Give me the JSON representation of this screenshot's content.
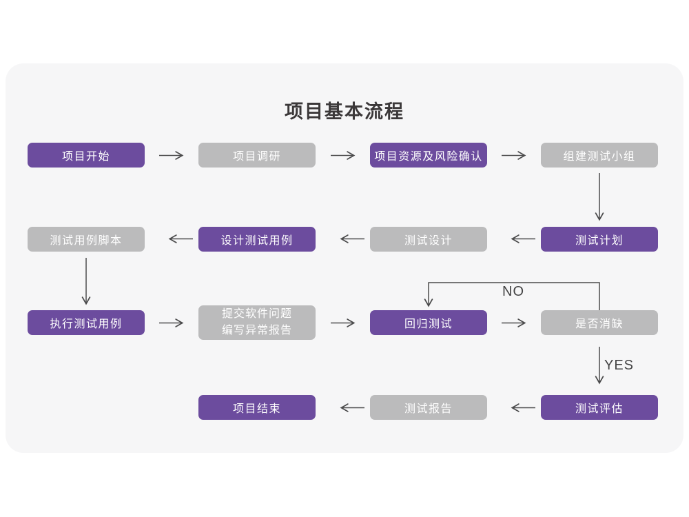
{
  "title": "项目基本流程",
  "colors": {
    "card_background": "#F6F6F7",
    "primary_node": "#6C4C9E",
    "secondary_node": "#BBBBBC",
    "node_text": "#FFFFFF",
    "arrow": "#4B4B4C",
    "title_text": "#3B3839"
  },
  "flowchart": {
    "nodes": [
      {
        "id": "project-start",
        "label": "项目开始",
        "type": "primary",
        "row": 1,
        "col": 1
      },
      {
        "id": "project-research",
        "label": "项目调研",
        "type": "secondary",
        "row": 1,
        "col": 2
      },
      {
        "id": "resource-risk-confirm",
        "label": "项目资源及风险确认",
        "type": "primary",
        "row": 1,
        "col": 3
      },
      {
        "id": "build-test-team",
        "label": "组建测试小组",
        "type": "secondary",
        "row": 1,
        "col": 4
      },
      {
        "id": "test-plan",
        "label": "测试计划",
        "type": "primary",
        "row": 2,
        "col": 4
      },
      {
        "id": "test-design",
        "label": "测试设计",
        "type": "secondary",
        "row": 2,
        "col": 3
      },
      {
        "id": "design-test-cases",
        "label": "设计测试用例",
        "type": "primary",
        "row": 2,
        "col": 2
      },
      {
        "id": "test-case-script",
        "label": "测试用例脚本",
        "type": "secondary",
        "row": 2,
        "col": 1
      },
      {
        "id": "execute-test-cases",
        "label": "执行测试用例",
        "type": "primary",
        "row": 3,
        "col": 1
      },
      {
        "id": "submit-issues-report",
        "label": "提交软件问题\n编写异常报告",
        "type": "secondary",
        "row": 3,
        "col": 2
      },
      {
        "id": "regression-test",
        "label": "回归测试",
        "type": "primary",
        "row": 3,
        "col": 3
      },
      {
        "id": "defect-resolved",
        "label": "是否消缺",
        "type": "secondary",
        "row": 3,
        "col": 4
      },
      {
        "id": "test-evaluation",
        "label": "测试评估",
        "type": "primary",
        "row": 4,
        "col": 4
      },
      {
        "id": "test-report",
        "label": "测试报告",
        "type": "secondary",
        "row": 4,
        "col": 3
      },
      {
        "id": "project-end",
        "label": "项目结束",
        "type": "primary",
        "row": 4,
        "col": 2
      }
    ],
    "edges": [
      {
        "from": "project-start",
        "to": "project-research"
      },
      {
        "from": "project-research",
        "to": "resource-risk-confirm"
      },
      {
        "from": "resource-risk-confirm",
        "to": "build-test-team"
      },
      {
        "from": "build-test-team",
        "to": "test-plan"
      },
      {
        "from": "test-plan",
        "to": "test-design"
      },
      {
        "from": "test-design",
        "to": "design-test-cases"
      },
      {
        "from": "design-test-cases",
        "to": "test-case-script"
      },
      {
        "from": "test-case-script",
        "to": "execute-test-cases"
      },
      {
        "from": "execute-test-cases",
        "to": "submit-issues-report"
      },
      {
        "from": "submit-issues-report",
        "to": "regression-test"
      },
      {
        "from": "regression-test",
        "to": "defect-resolved"
      },
      {
        "from": "defect-resolved",
        "to": "regression-test",
        "label": "NO"
      },
      {
        "from": "defect-resolved",
        "to": "test-evaluation",
        "label": "YES"
      },
      {
        "from": "test-evaluation",
        "to": "test-report"
      },
      {
        "from": "test-report",
        "to": "project-end"
      }
    ],
    "no_label": "NO",
    "yes_label": "YES"
  }
}
